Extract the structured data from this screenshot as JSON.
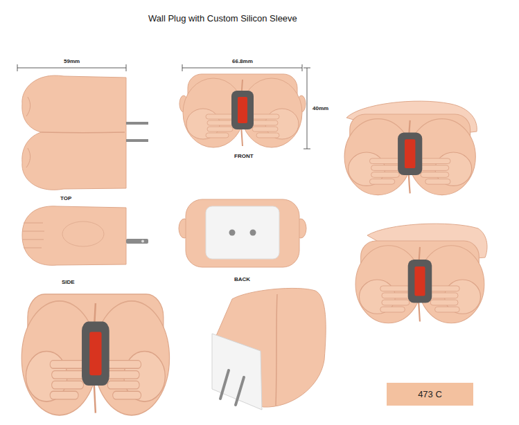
{
  "diagram": {
    "title": "Wall Plug with Custom Silicon Sleeve",
    "labels": [
      "59mm",
      "66.8mm",
      "40mm",
      "TOP",
      "FRONT",
      "SIDE",
      "BACK"
    ],
    "legend": [
      {
        "text": "473 C",
        "color": "#f3c19f"
      }
    ]
  }
}
